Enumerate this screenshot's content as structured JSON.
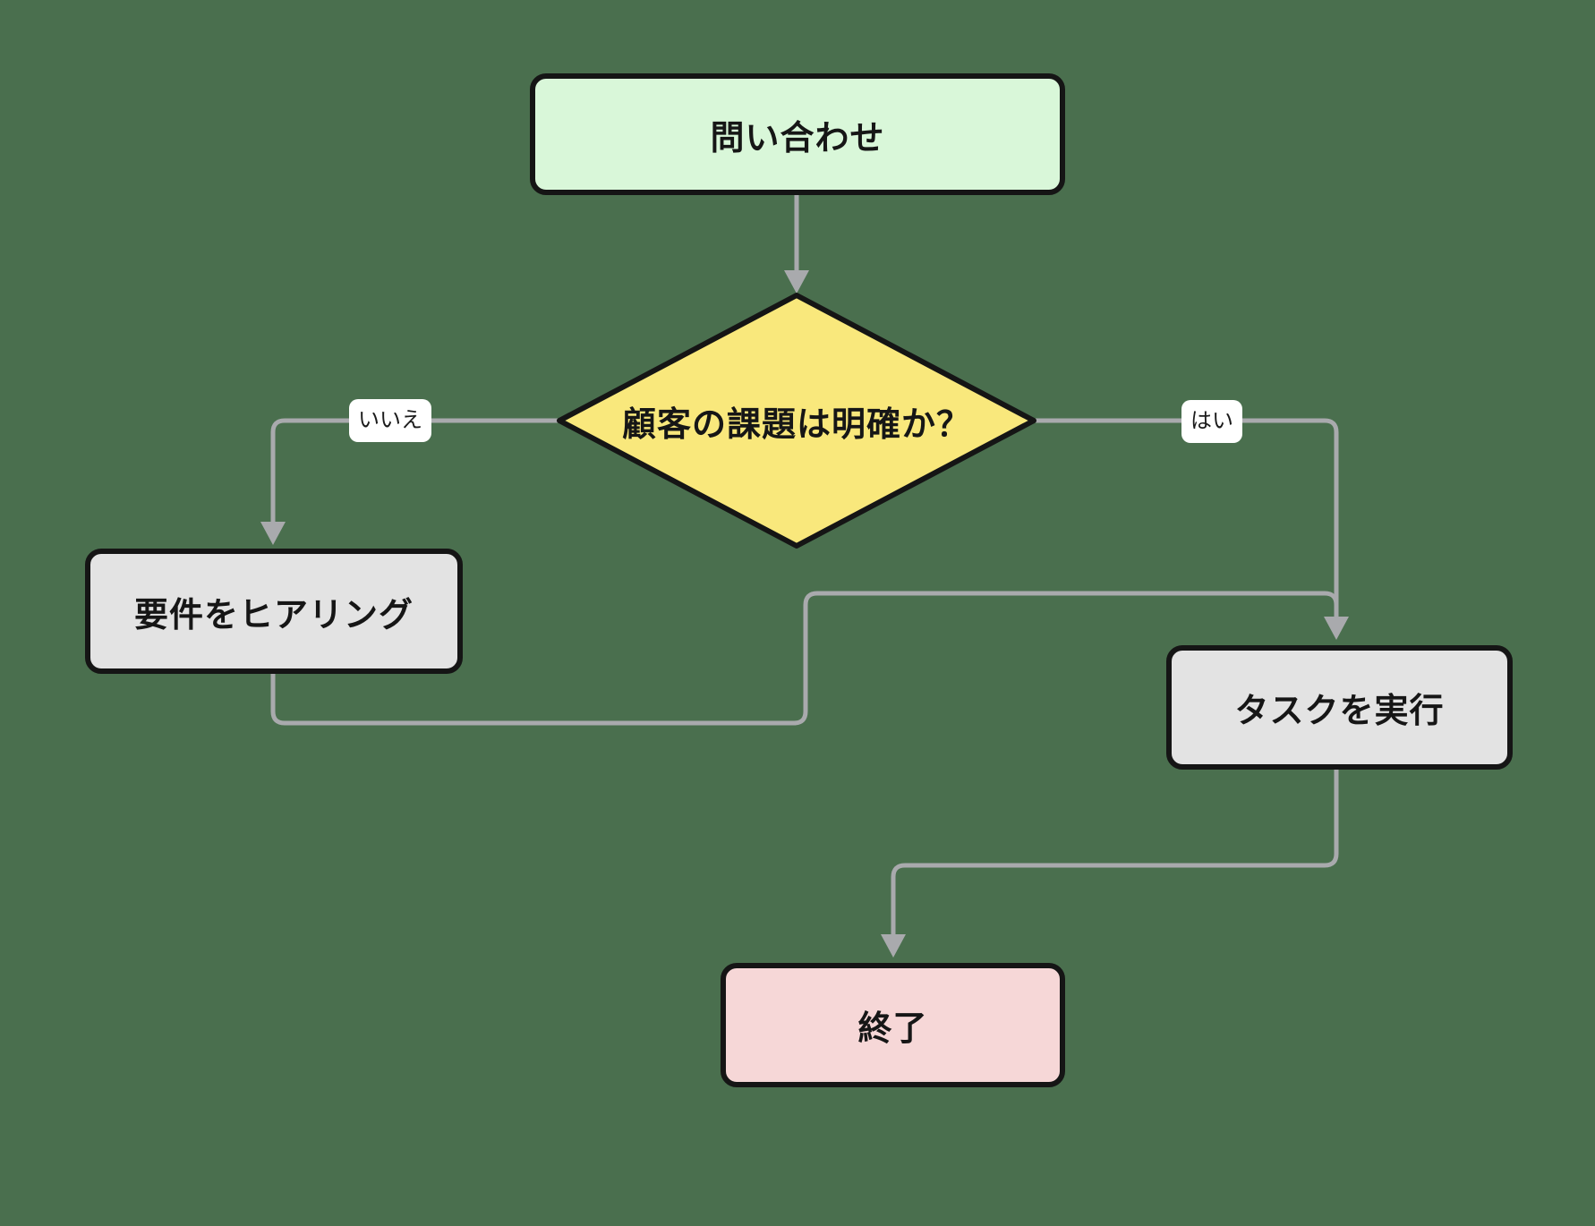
{
  "diagram": {
    "background_color": "#4a6f4e",
    "connector_color": "#a9aaad",
    "node_border_color": "#151515",
    "nodes": {
      "start": {
        "label": "問い合わせ",
        "fill": "#d9f7d9",
        "shape": "rounded-rect"
      },
      "decision": {
        "label": "顧客の課題は明確か？",
        "fill": "#f9e87c",
        "shape": "diamond"
      },
      "hearing": {
        "label": "要件をヒアリング",
        "fill": "#e3e3e3",
        "shape": "rounded-rect"
      },
      "task": {
        "label": "タスクを実行",
        "fill": "#e3e3e3",
        "shape": "rounded-rect"
      },
      "end": {
        "label": "終了",
        "fill": "#f6d7d7",
        "shape": "rounded-rect"
      }
    },
    "edges": {
      "no_label": "いいえ",
      "yes_label": "はい"
    }
  }
}
